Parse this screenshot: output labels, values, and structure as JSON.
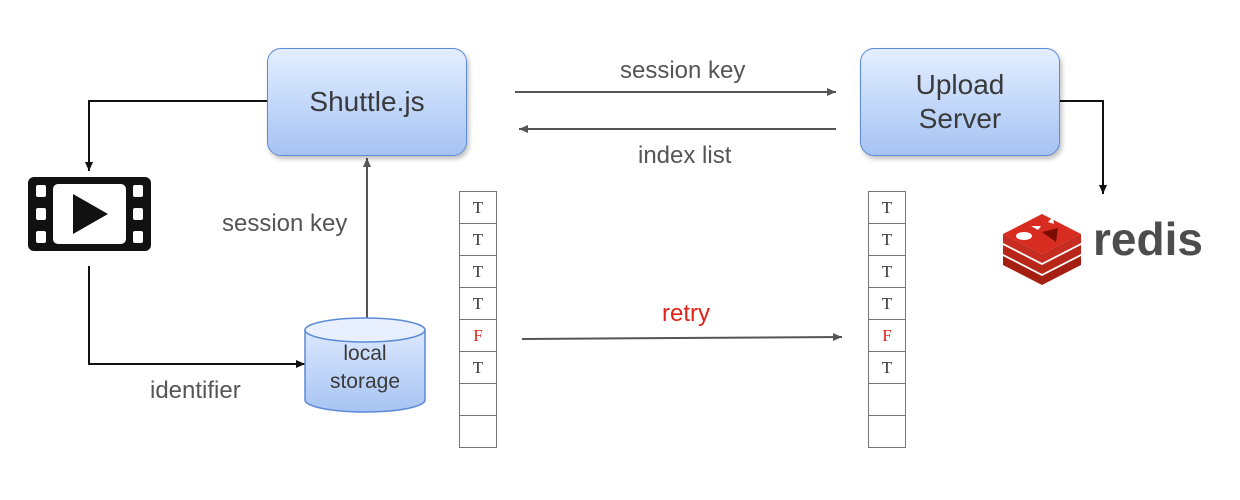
{
  "nodes": {
    "shuttle": "Shuttle.js",
    "upload_server": "Upload\nServer",
    "local_storage": "local\nstorage"
  },
  "labels": {
    "session_key_top": "session key",
    "index_list": "index list",
    "session_key_left": "session key",
    "identifier": "identifier",
    "retry": "retry"
  },
  "left_flags": [
    "T",
    "T",
    "T",
    "T",
    "F",
    "T",
    "",
    ""
  ],
  "right_flags": [
    "T",
    "T",
    "T",
    "T",
    "F",
    "T",
    "",
    ""
  ],
  "redis_logo_text": "redis",
  "icons": [
    "video-icon",
    "redis-logo-icon"
  ],
  "colors": {
    "box_border": "#5b8ad6",
    "box_fill": "#c7dbfb",
    "retry": "#e2231a",
    "failed_flag": "#e2231a",
    "redis_red": "#d82c20"
  }
}
